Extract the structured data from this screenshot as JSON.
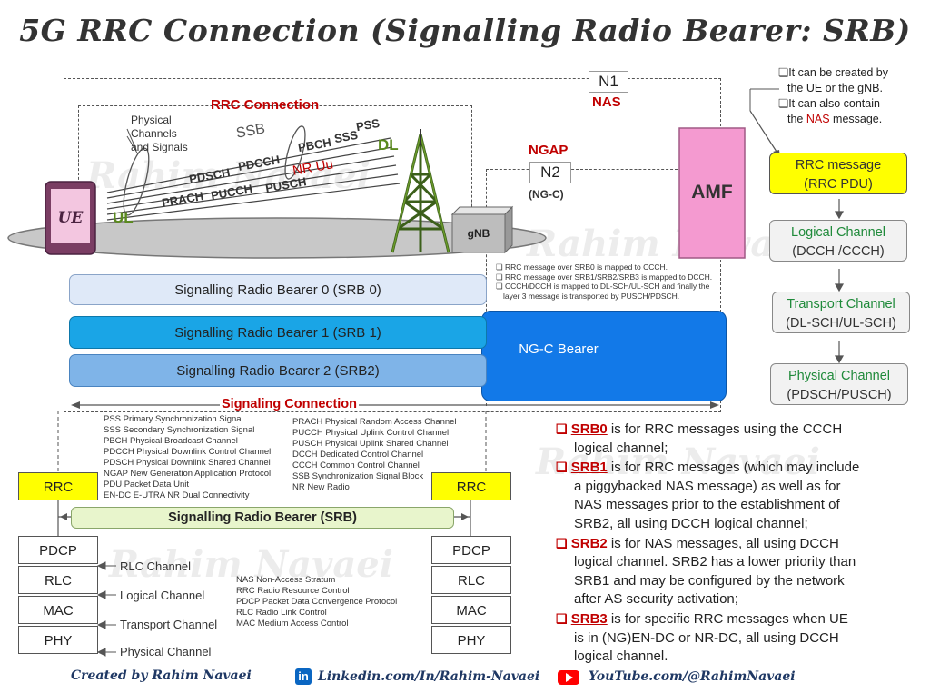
{
  "title": "5G RRC Connection (Signalling Radio Bearer: SRB)",
  "watermark": "Rahim Navaei",
  "labels": {
    "n1": "N1",
    "nas": "NAS",
    "ngap": "NGAP",
    "n2": "N2",
    "ngc": "(NG-C)",
    "amf": "AMF",
    "rrc_connection": "RRC Connection",
    "phys_channels": [
      "Physical",
      "Channels",
      "and Signals"
    ],
    "ssb": "SSB",
    "pss": "PSS",
    "sss": "SSS",
    "pbch": "PBCH",
    "dl": "DL",
    "pdcch": "PDCCH",
    "pdsch": "PDSCH",
    "nr_uu": "NR Uu",
    "prach": "PRACH",
    "pucch": "PUCCH",
    "pusch": "PUSCH",
    "ue": "UE",
    "ul": "UL",
    "gnb": "gNB",
    "signaling_connection": "Signaling Connection",
    "ngc_bearer": "NG-C  Bearer"
  },
  "notes_top": [
    "❏It can be created by",
    "the UE or the gNB.",
    "❏It can also contain",
    "the NAS message."
  ],
  "mapping_notes": [
    "❏ RRC message over SRB0 is mapped to CCCH.",
    "❏ RRC message over SRB1/SRB2/SRB3 is mapped to DCCH.",
    "❏ CCCH/DCCH is mapped to DL-SCH/UL-SCH and finally the",
    "layer 3 message is transported by PUSCH/PDSCH."
  ],
  "bearers": {
    "srb0": "Signalling Radio Bearer 0 (SRB 0)",
    "srb1": "Signalling Radio Bearer 1 (SRB 1)",
    "srb2": "Signalling Radio Bearer 2 (SRB2)",
    "srb": "Signalling Radio Bearer (SRB)"
  },
  "channel_flow": [
    {
      "head": "RRC message",
      "sub": "(RRC PDU)"
    },
    {
      "head": "Logical Channel",
      "sub": "(DCCH /CCCH)"
    },
    {
      "head": "Transport Channel",
      "sub": "(DL-SCH/UL-SCH)"
    },
    {
      "head": "Physical Channel",
      "sub": "(PDSCH/PUSCH)"
    }
  ],
  "abbr_left": [
    "PSS Primary Synchronization Signal",
    "SSS Secondary Synchronization Signal",
    "PBCH Physical Broadcast Channel",
    "PDCCH Physical Downlink Control Channel",
    "PDSCH Physical Downlink Shared Channel",
    "NGAP New Generation Application Protocol",
    "PDU Packet Data Unit",
    "EN-DC E-UTRA NR Dual Connectivity"
  ],
  "abbr_right": [
    "PRACH Physical Random Access Channel",
    "PUCCH Physical Uplink Control Channel",
    "PUSCH Physical Uplink Shared Channel",
    "DCCH Dedicated Control Channel",
    "CCCH Common Control Channel",
    "SSB Synchronization Signal Block",
    "NR New Radio"
  ],
  "abbr_bottom": [
    "NAS Non-Access Stratum",
    "RRC Radio Resource Control",
    "PDCP Packet Data Convergence Protocol",
    "RLC Radio Link Control",
    "MAC Medium Access Control"
  ],
  "stack": {
    "rrc": "RRC",
    "layers": [
      "PDCP",
      "RLC",
      "MAC",
      "PHY"
    ],
    "arrows": [
      "RLC Channel",
      "Logical Channel",
      "Transport Channel",
      "Physical Channel"
    ]
  },
  "srb_desc": [
    {
      "key": "SRB0",
      "text": " is for RRC messages using the CCCH",
      "cont": [
        "logical channel;"
      ]
    },
    {
      "key": "SRB1",
      "text": " is for RRC messages (which may include",
      "cont": [
        "a piggybacked NAS message) as well as for",
        "NAS messages prior to the establishment of",
        "SRB2, all using DCCH logical channel;"
      ]
    },
    {
      "key": "SRB2",
      "text": " is for NAS messages, all using DCCH",
      "cont": [
        "logical channel. SRB2 has a lower priority than",
        "SRB1 and may be configured by the network",
        "after AS security activation;"
      ]
    },
    {
      "key": "SRB3",
      "text": " is for specific RRC messages when UE",
      "cont": [
        "is in (NG)EN-DC or NR-DC, all using DCCH",
        "logical channel."
      ]
    }
  ],
  "footer": {
    "created": "Created by Rahim Navaei",
    "linkedin": "Linkedin.com/In/Rahim-Navaei",
    "youtube": "YouTube.com/@RahimNavaei"
  },
  "colors": {
    "amf": "#f49ad0",
    "rrc_yellow": "#ffff00",
    "srb0": "#dfe9f8",
    "srb1": "#1aa5e6",
    "srb2": "#7fb4e8",
    "ngc": "#1279e8",
    "srb_bar": "#e8f5cc",
    "accent_red": "#c00000",
    "green": "#1f8a3a"
  }
}
